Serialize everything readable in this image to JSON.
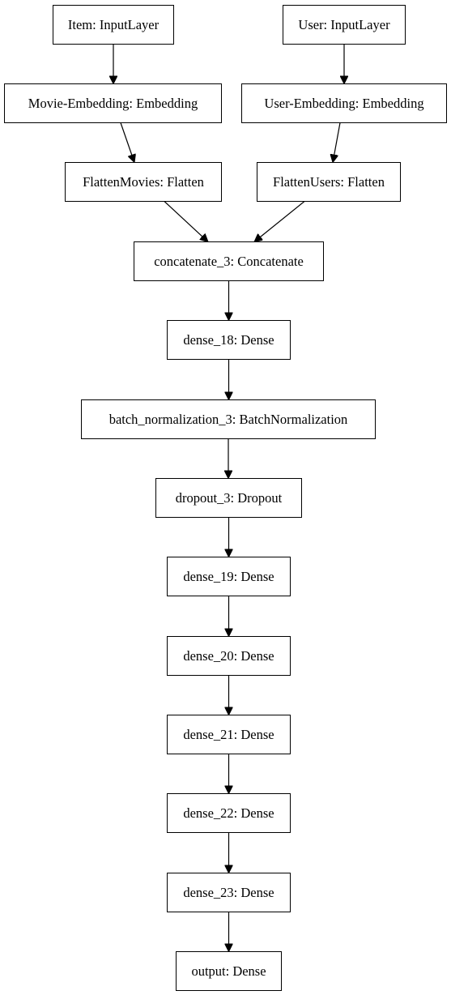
{
  "nodes": [
    {
      "id": "item_input",
      "label": "Item: InputLayer"
    },
    {
      "id": "user_input",
      "label": "User: InputLayer"
    },
    {
      "id": "movie_embedding",
      "label": "Movie-Embedding: Embedding"
    },
    {
      "id": "user_embedding",
      "label": "User-Embedding: Embedding"
    },
    {
      "id": "flatten_movies",
      "label": "FlattenMovies: Flatten"
    },
    {
      "id": "flatten_users",
      "label": "FlattenUsers: Flatten"
    },
    {
      "id": "concatenate_3",
      "label": "concatenate_3: Concatenate"
    },
    {
      "id": "dense_18",
      "label": "dense_18: Dense"
    },
    {
      "id": "batch_normalization_3",
      "label": "batch_normalization_3: BatchNormalization"
    },
    {
      "id": "dropout_3",
      "label": "dropout_3: Dropout"
    },
    {
      "id": "dense_19",
      "label": "dense_19: Dense"
    },
    {
      "id": "dense_20",
      "label": "dense_20: Dense"
    },
    {
      "id": "dense_21",
      "label": "dense_21: Dense"
    },
    {
      "id": "dense_22",
      "label": "dense_22: Dense"
    },
    {
      "id": "dense_23",
      "label": "dense_23: Dense"
    },
    {
      "id": "output",
      "label": "output: Dense"
    }
  ],
  "edges": [
    {
      "from": "item_input",
      "to": "movie_embedding"
    },
    {
      "from": "user_input",
      "to": "user_embedding"
    },
    {
      "from": "movie_embedding",
      "to": "flatten_movies"
    },
    {
      "from": "user_embedding",
      "to": "flatten_users"
    },
    {
      "from": "flatten_movies",
      "to": "concatenate_3"
    },
    {
      "from": "flatten_users",
      "to": "concatenate_3"
    },
    {
      "from": "concatenate_3",
      "to": "dense_18"
    },
    {
      "from": "dense_18",
      "to": "batch_normalization_3"
    },
    {
      "from": "batch_normalization_3",
      "to": "dropout_3"
    },
    {
      "from": "dropout_3",
      "to": "dense_19"
    },
    {
      "from": "dense_19",
      "to": "dense_20"
    },
    {
      "from": "dense_20",
      "to": "dense_21"
    },
    {
      "from": "dense_21",
      "to": "dense_22"
    },
    {
      "from": "dense_22",
      "to": "dense_23"
    },
    {
      "from": "dense_23",
      "to": "output"
    }
  ]
}
